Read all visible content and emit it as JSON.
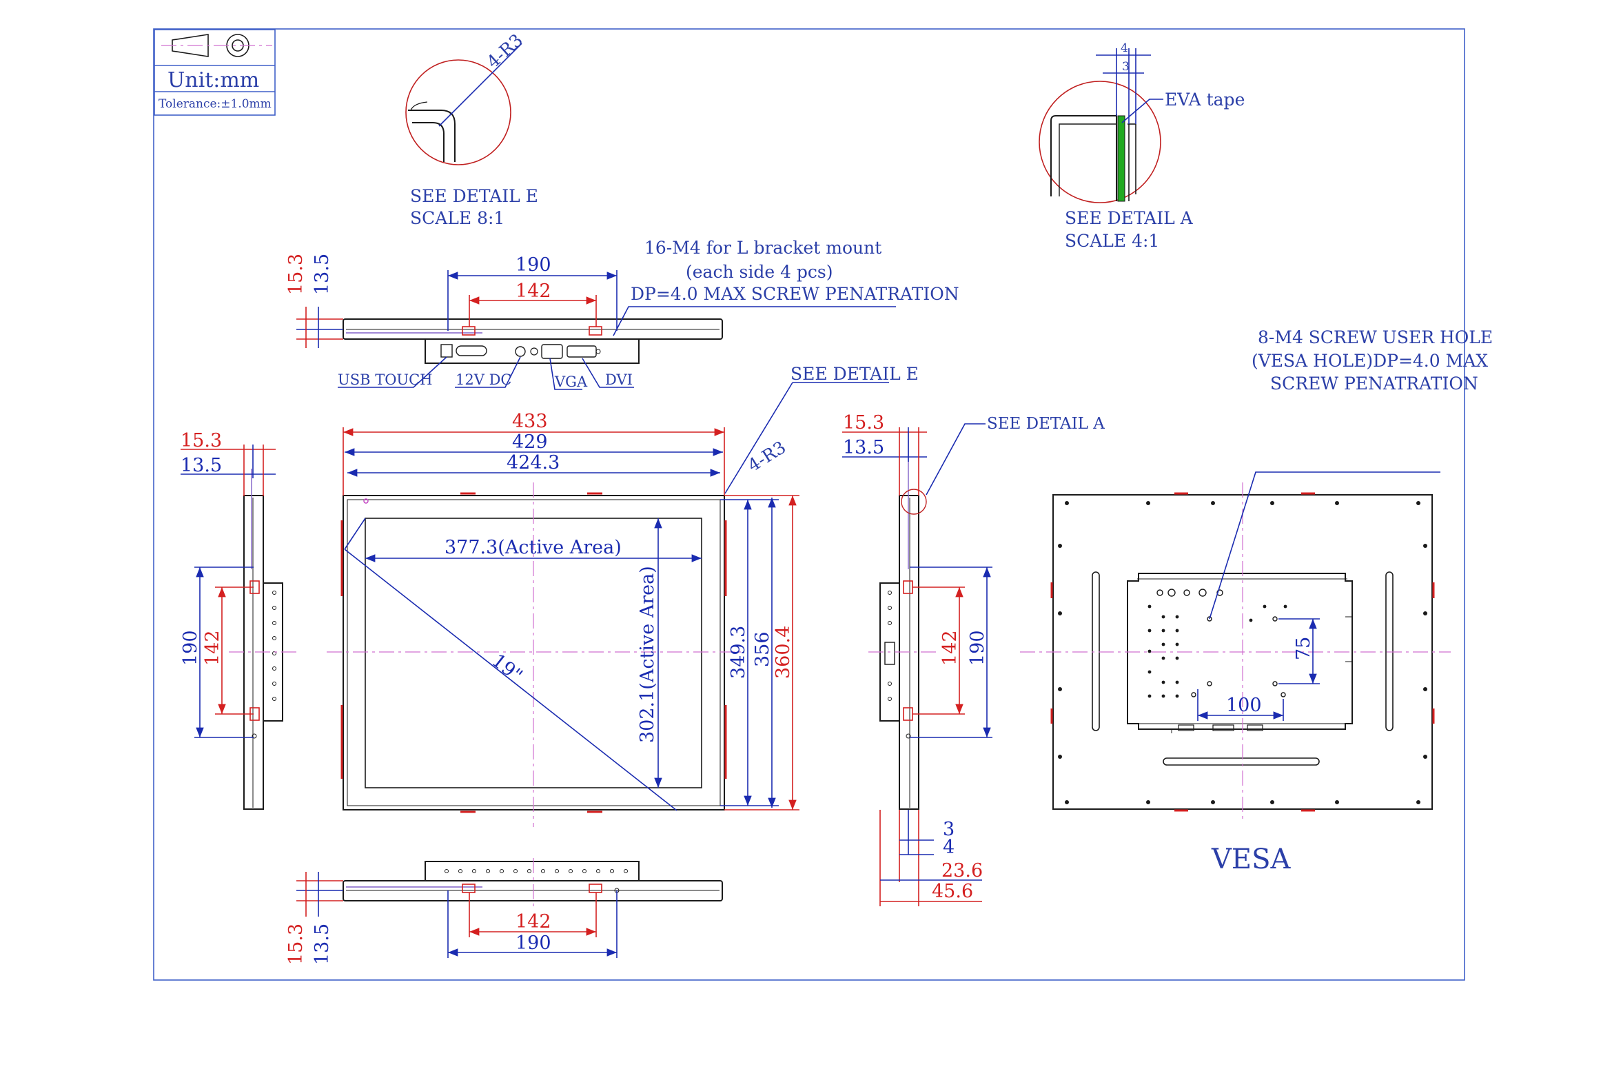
{
  "title_block": {
    "unit": "Unit:mm",
    "tolerance": "Tolerance:±1.0mm"
  },
  "detail_e": {
    "radius": "4-R3",
    "title": "SEE DETAIL E",
    "scale": "SCALE 8:1"
  },
  "detail_a": {
    "dim_outer": "4",
    "dim_inner": "3",
    "tape": "EVA tape",
    "title": "SEE DETAIL A",
    "scale": "SCALE 4:1"
  },
  "top_view": {
    "dim_outer": "190",
    "dim_inner": "142",
    "dim_h1": "15.3",
    "dim_h2": "13.5",
    "note_1": "16-M4 for L bracket mount",
    "note_2": "(each side 4 pcs)",
    "note_3": "DP=4.0 MAX SCREW PENATRATION",
    "connectors": [
      "USB TOUCH",
      "12V DC",
      "VGA",
      "DVI"
    ]
  },
  "front_view": {
    "see_detail": "SEE DETAIL E",
    "radius": "4-R3",
    "w_outer": "433",
    "w_mid": "429",
    "w_inner": "424.3",
    "active_w": "377.3(Active Area)",
    "active_h": "302.1(Active Area)",
    "diag": "19\"",
    "h_inner": "349.3",
    "h_mid": "356",
    "h_outer": "360.4"
  },
  "left_view": {
    "dim_d1": "15.3",
    "dim_d2": "13.5",
    "dim_outer": "190",
    "dim_inner": "142"
  },
  "right_view": {
    "dim_d1": "15.3",
    "dim_d2": "13.5",
    "see_detail": "SEE DETAIL A",
    "dim_inner": "142",
    "dim_outer": "190",
    "dim_b1": "3",
    "dim_b2": "4",
    "dim_b3": "23.6",
    "dim_b4": "45.6"
  },
  "bottom_view": {
    "dim_inner": "142",
    "dim_outer": "190",
    "dim_h1": "15.3",
    "dim_h2": "13.5"
  },
  "vesa_view": {
    "note_1": "8-M4 SCREW USER HOLE",
    "note_2": "(VESA HOLE)DP=4.0 MAX",
    "note_3": "SCREW PENATRATION",
    "dim_v": "75",
    "dim_h": "100",
    "caption": "VESA"
  }
}
